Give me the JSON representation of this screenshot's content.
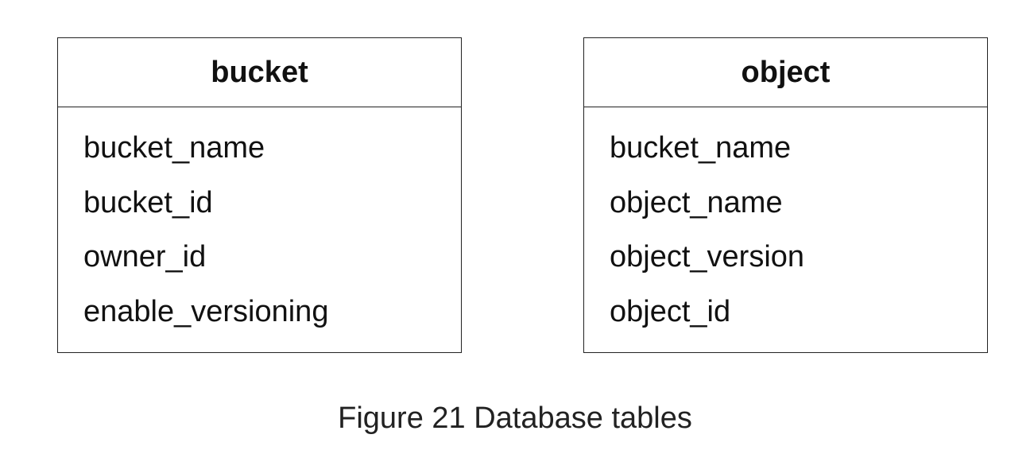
{
  "tables": [
    {
      "name": "bucket",
      "fields": [
        "bucket_name",
        "bucket_id",
        "owner_id",
        "enable_versioning"
      ]
    },
    {
      "name": "object",
      "fields": [
        "bucket_name",
        "object_name",
        "object_version",
        "object_id"
      ]
    }
  ],
  "caption": "Figure 21 Database tables"
}
